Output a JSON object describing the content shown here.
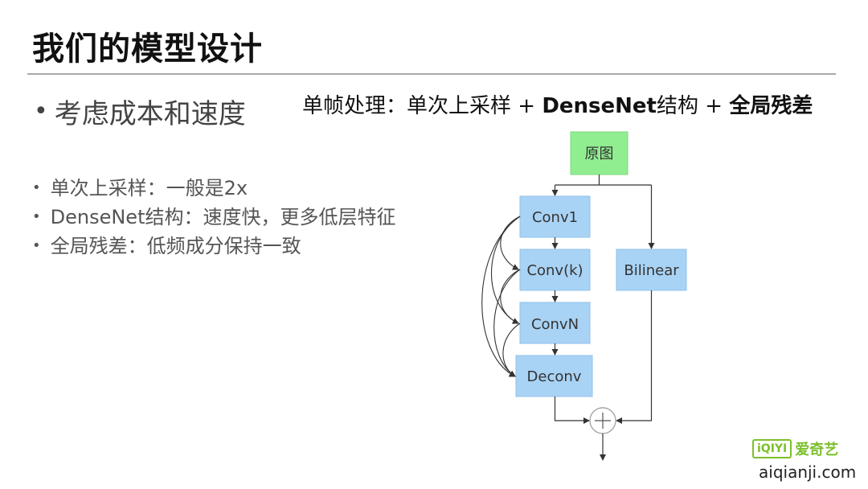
{
  "title": "我们的模型设计",
  "main_bullet": "考虑成本和速度",
  "subtitle": {
    "part1": "单帧处理：单次上采样 + ",
    "part2": "DenseNet",
    "part3": "结构 + ",
    "part4": "全局残差"
  },
  "bullets": [
    "单次上采样：一般是2x",
    "DenseNet结构：速度快，更多低层特征",
    "全局残差：低频成分保持一致"
  ],
  "diagram": {
    "nodes": {
      "input": "原图",
      "conv1": "Conv1",
      "convk": "Conv(k)",
      "convn": "ConvN",
      "deconv": "Deconv",
      "bilinear": "Bilinear"
    },
    "colors": {
      "input_fill": "#90ee90",
      "block_fill": "#a9d3f5",
      "line": "#333333"
    }
  },
  "logo": {
    "mark": "iQIYI",
    "text": "爱奇艺"
  },
  "watermark": "aiqianji.com"
}
